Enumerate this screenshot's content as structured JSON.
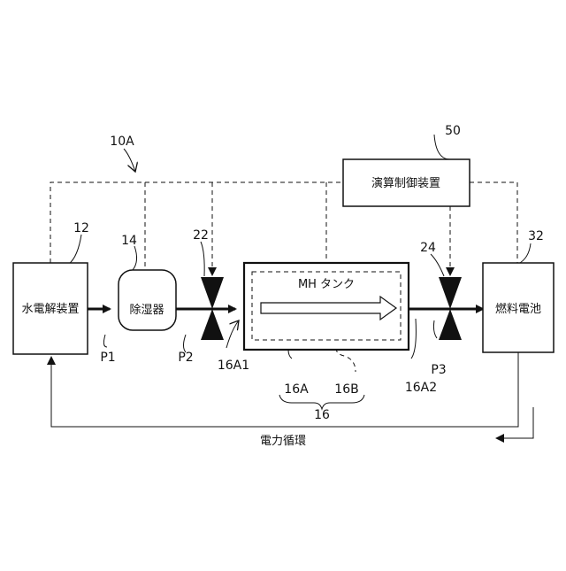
{
  "labels": {
    "system_ref": "10A",
    "controller_ref": "50",
    "controller_text": "演算制御装置",
    "electrolyzer_ref": "12",
    "electrolyzer_text": "水電解装置",
    "dehumidifier_ref": "14",
    "dehumidifier_text": "除湿器",
    "valve1_ref": "22",
    "valve2_ref": "24",
    "fuel_cell_ref": "32",
    "fuel_cell_text": "燃料電池",
    "tank_text": "MH タンク",
    "pipe1": "P1",
    "pipe2": "P2",
    "pipe3": "P3",
    "tank_inlet": "16A1",
    "tank_outlet": "16A2",
    "tank_outer": "16A",
    "tank_inner": "16B",
    "tank_group": "16",
    "power_cycle": "電力循環"
  },
  "colors": {
    "line": "#111111",
    "background": "#ffffff"
  }
}
